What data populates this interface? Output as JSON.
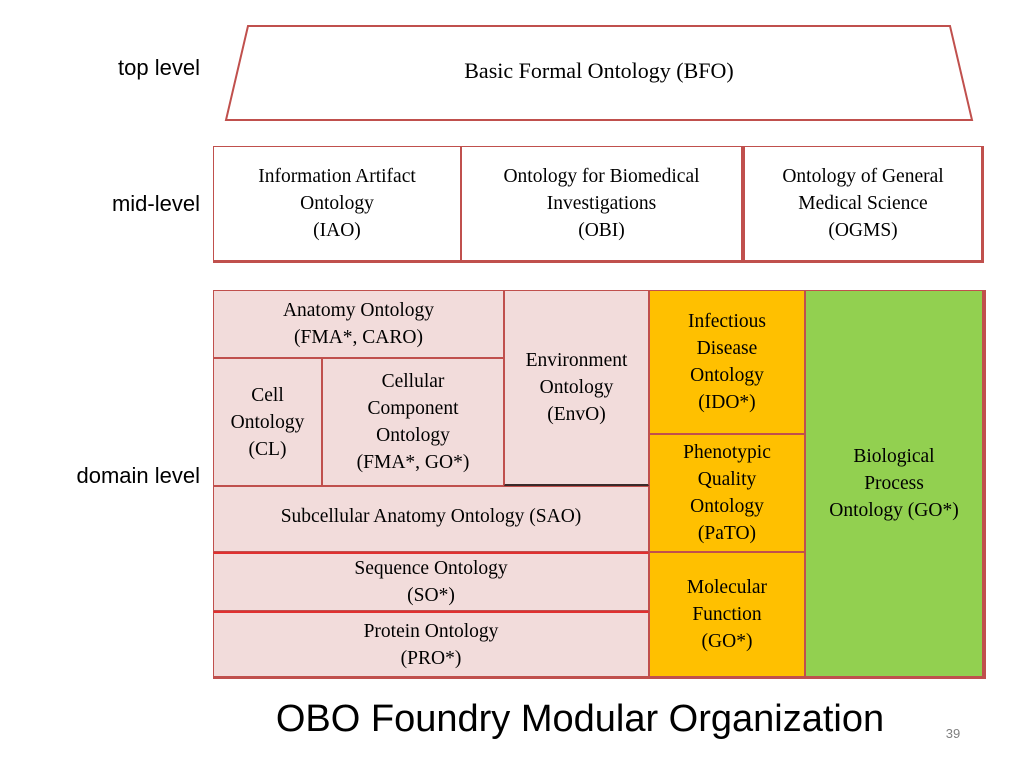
{
  "levels": {
    "top": "top level",
    "mid": "mid-level",
    "domain": "domain level"
  },
  "top_level": {
    "bfo": "Basic Formal Ontology (BFO)"
  },
  "mid_level": {
    "iao": "Information Artifact\nOntology\n(IAO)",
    "obi": "Ontology for Biomedical\nInvestigations\n(OBI)",
    "ogms": "Ontology of General\nMedical Science\n(OGMS)"
  },
  "domain_level": {
    "anatomy": "Anatomy Ontology\n(FMA*, CARO)",
    "cell": "Cell\nOntology\n(CL)",
    "cellular_component": "Cellular\nComponent\nOntology\n(FMA*, GO*)",
    "environment": "Environment\nOntology\n(EnvO)",
    "infectious_disease": "Infectious\nDisease\nOntology\n(IDO*)",
    "biological_process": "Biological\nProcess\nOntology (GO*)",
    "phenotypic_quality": "Phenotypic\nQuality\nOntology\n(PaTO)",
    "subcellular_anatomy": "Subcellular Anatomy Ontology (SAO)",
    "sequence": "Sequence Ontology\n(SO*)",
    "molecular_function": "Molecular\nFunction\n(GO*)",
    "protein": "Protein Ontology\n(PRO*)"
  },
  "footer": {
    "title": "OBO Foundry Modular Organization",
    "page_number": "39"
  },
  "colors": {
    "border": "#c0504d",
    "pink": "#f2dcdb",
    "gold": "#ffc000",
    "green": "#92d050"
  }
}
